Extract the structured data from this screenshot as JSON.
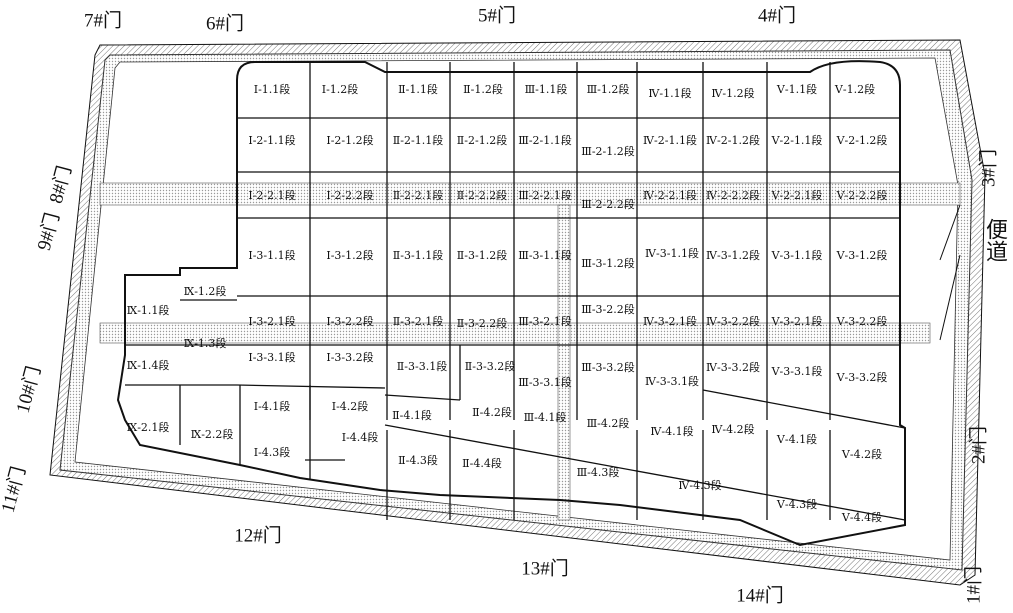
{
  "title_gates": [
    "1#门",
    "2#门",
    "3#门",
    "4#门",
    "5#门",
    "6#门",
    "7#门",
    "8#门",
    "9#门",
    "10#门",
    "11#门",
    "12#门",
    "13#门",
    "14#门"
  ],
  "side_road_label": "便道",
  "segments": [
    "Ⅰ-1.1段",
    "Ⅰ-1.2段",
    "Ⅱ-1.1段",
    "Ⅱ-1.2段",
    "Ⅲ-1.1段",
    "Ⅲ-1.2段",
    "Ⅳ-1.1段",
    "Ⅳ-1.2段",
    "Ⅴ-1.1段",
    "Ⅴ-1.2段",
    "Ⅰ-2-1.1段",
    "Ⅰ-2-1.2段",
    "Ⅱ-2-1.1段",
    "Ⅱ-2-1.2段",
    "Ⅲ-2-1.1段",
    "Ⅲ-2-1.2段",
    "Ⅳ-2-1.1段",
    "Ⅳ-2-1.2段",
    "Ⅴ-2-1.1段",
    "Ⅴ-2-1.2段",
    "Ⅰ-2-2.1段",
    "Ⅰ-2-2.2段",
    "Ⅱ-2-2.1段",
    "Ⅱ-2-2.2段",
    "Ⅲ-2-2.1段",
    "Ⅲ-2-2.2段",
    "Ⅳ-2-2.1段",
    "Ⅳ-2-2.2段",
    "Ⅴ-2-2.1段",
    "Ⅴ-2-2.2段",
    "Ⅰ-3-1.1段",
    "Ⅰ-3-1.2段",
    "Ⅱ-3-1.1段",
    "Ⅱ-3-1.2段",
    "Ⅲ-3-1.1段",
    "Ⅲ-3-1.2段",
    "Ⅳ-3-1.1段",
    "Ⅳ-3-1.2段",
    "Ⅴ-3-1.1段",
    "Ⅴ-3-1.2段",
    "Ⅰ-3-2.1段",
    "Ⅰ-3-2.2段",
    "Ⅱ-3-2.1段",
    "Ⅱ-3-2.2段",
    "Ⅲ-3-2.1段",
    "Ⅲ-3-2.2段",
    "Ⅳ-3-2.1段",
    "Ⅳ-3-2.2段",
    "Ⅴ-3-2.1段",
    "Ⅴ-3-2.2段",
    "Ⅰ-3-3.1段",
    "Ⅰ-3-3.2段",
    "Ⅱ-3-3.1段",
    "Ⅱ-3-3.2段",
    "Ⅲ-3-3.1段",
    "Ⅲ-3-3.2段",
    "Ⅳ-3-3.1段",
    "Ⅳ-3-3.2段",
    "Ⅴ-3-3.1段",
    "Ⅴ-3-3.2段",
    "Ⅰ-4.1段",
    "Ⅰ-4.2段",
    "Ⅱ-4.1段",
    "Ⅱ-4.2段",
    "Ⅲ-4.1段",
    "Ⅲ-4.2段",
    "Ⅳ-4.1段",
    "Ⅳ-4.2段",
    "Ⅴ-4.1段",
    "Ⅴ-4.2段",
    "Ⅰ-4.3段",
    "Ⅰ-4.4段",
    "Ⅱ-4.3段",
    "Ⅱ-4.4段",
    "Ⅲ-4.3段",
    "Ⅳ-4.3段",
    "Ⅴ-4.3段",
    "Ⅴ-4.4段",
    "Ⅸ-1.1段",
    "Ⅸ-1.2段",
    "Ⅸ-1.3段",
    "Ⅸ-1.4段",
    "Ⅸ-2.1段",
    "Ⅸ-2.2段"
  ],
  "colors": {
    "line": "#111111",
    "road": "#bdbdbd"
  }
}
